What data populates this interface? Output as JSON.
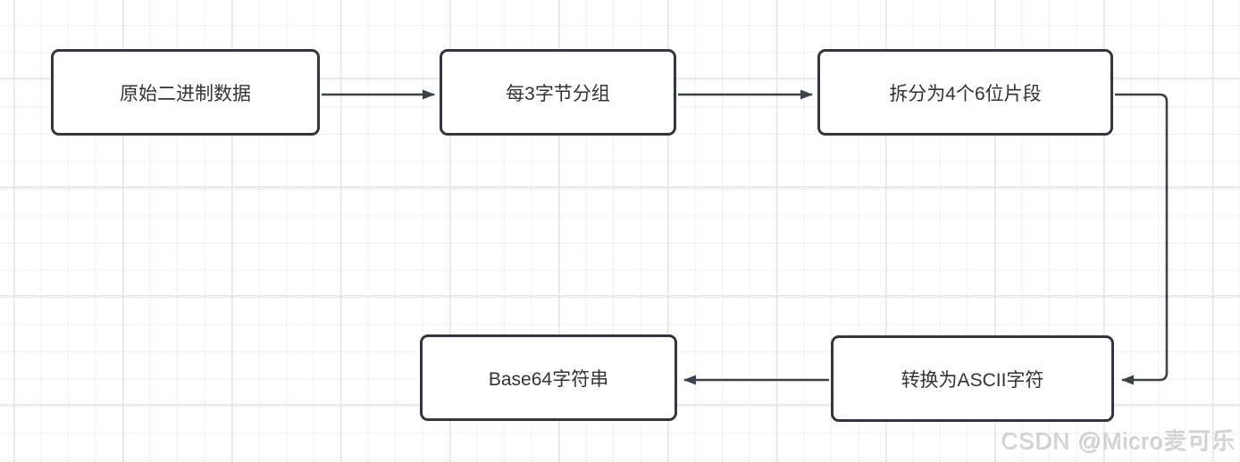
{
  "diagram": {
    "nodes": [
      {
        "id": "original",
        "label": "原始二进制数据"
      },
      {
        "id": "group",
        "label": "每3字节分组"
      },
      {
        "id": "split",
        "label": "拆分为4个6位片段"
      },
      {
        "id": "ascii",
        "label": "转换为ASCII字符"
      },
      {
        "id": "base64",
        "label": "Base64字符串"
      }
    ],
    "edges": [
      {
        "from": "original",
        "to": "group"
      },
      {
        "from": "group",
        "to": "split"
      },
      {
        "from": "split",
        "to": "ascii"
      },
      {
        "from": "ascii",
        "to": "base64"
      }
    ],
    "watermark": "CSDN @Micro麦可乐",
    "colors": {
      "node_border": "#2e3742",
      "node_fill": "#ffffff",
      "arrow": "#3a424d",
      "text": "#333333",
      "grid_minor": "#efefef",
      "grid_major": "#e4e4e4",
      "watermark": "#d4d4d4"
    }
  }
}
